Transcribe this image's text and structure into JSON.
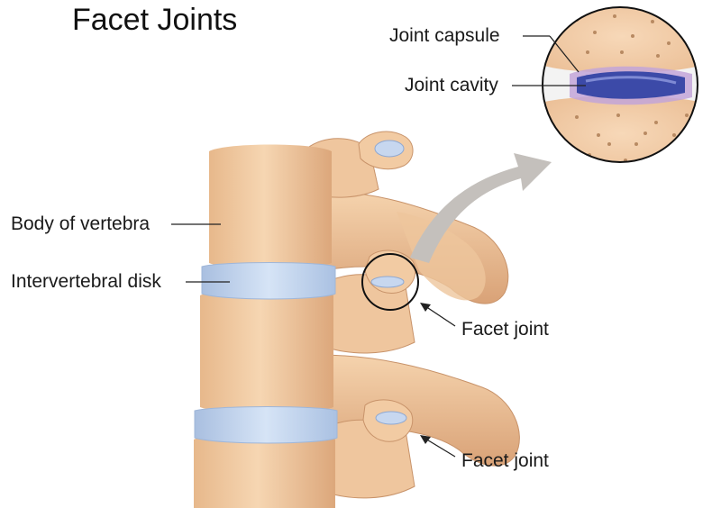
{
  "title": "Facet Joints",
  "labels": {
    "body_of_vertebra": "Body of vertebra",
    "intervertebral_disk": "Intervertebral disk",
    "facet_joint_upper": "Facet joint",
    "facet_joint_lower": "Facet joint",
    "joint_capsule": "Joint capsule",
    "joint_cavity": "Joint cavity"
  },
  "colors": {
    "bone": "#f1c99f",
    "bone_shadow": "#d9a277",
    "disk": "#c6d8f0",
    "cavity": "#3c4aa8",
    "capsule": "#b07ac4",
    "arrow": "#c0bcb8",
    "leader": "#222222"
  }
}
